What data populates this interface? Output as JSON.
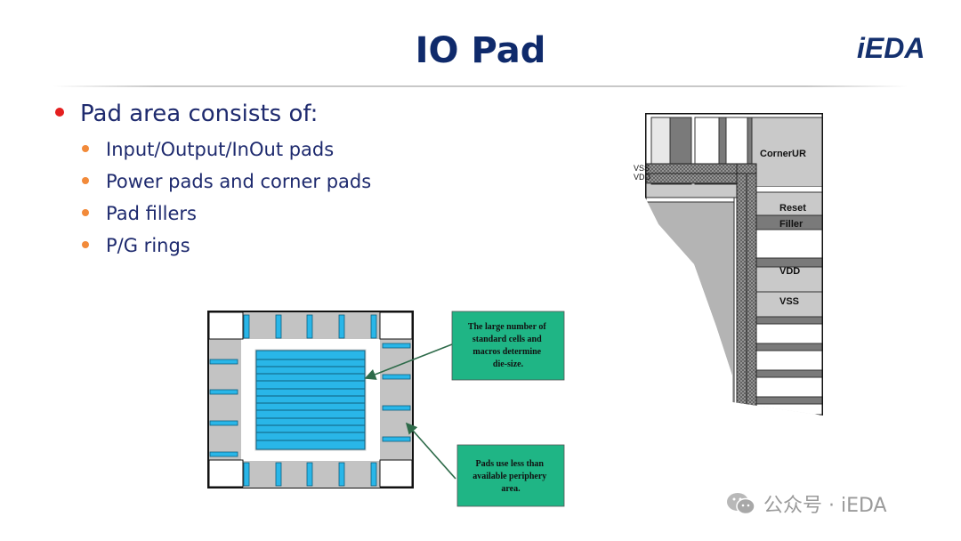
{
  "slide": {
    "title": "IO Pad",
    "logo": "iEDA",
    "main_bullet": "Pad area consists of:",
    "sub_bullets": [
      "Input/Output/InOut pads",
      "Power pads and corner pads",
      "Pad fillers",
      "P/G rings"
    ]
  },
  "die_diagram": {
    "callout_top": [
      "The large number of",
      "standard cells and",
      "macros determine",
      "die-size."
    ],
    "callout_bottom": [
      "Pads use less than",
      "available periphery",
      "area."
    ],
    "callout_color": "#1fb585",
    "pad_color": "#29b6e8",
    "core_color": "#29b6e8"
  },
  "ring_diagram": {
    "corner_label": "CornerUR",
    "vss_left": "VSS",
    "vdd_left": "VDD",
    "pad_labels": [
      "Reset",
      "Filler",
      "VDD",
      "VSS"
    ]
  },
  "watermark": "公众号 · iEDA",
  "colors": {
    "title": "#0f2a6b",
    "bullet_main": "#e41f1f",
    "bullet_sub": "#f28a3a"
  }
}
